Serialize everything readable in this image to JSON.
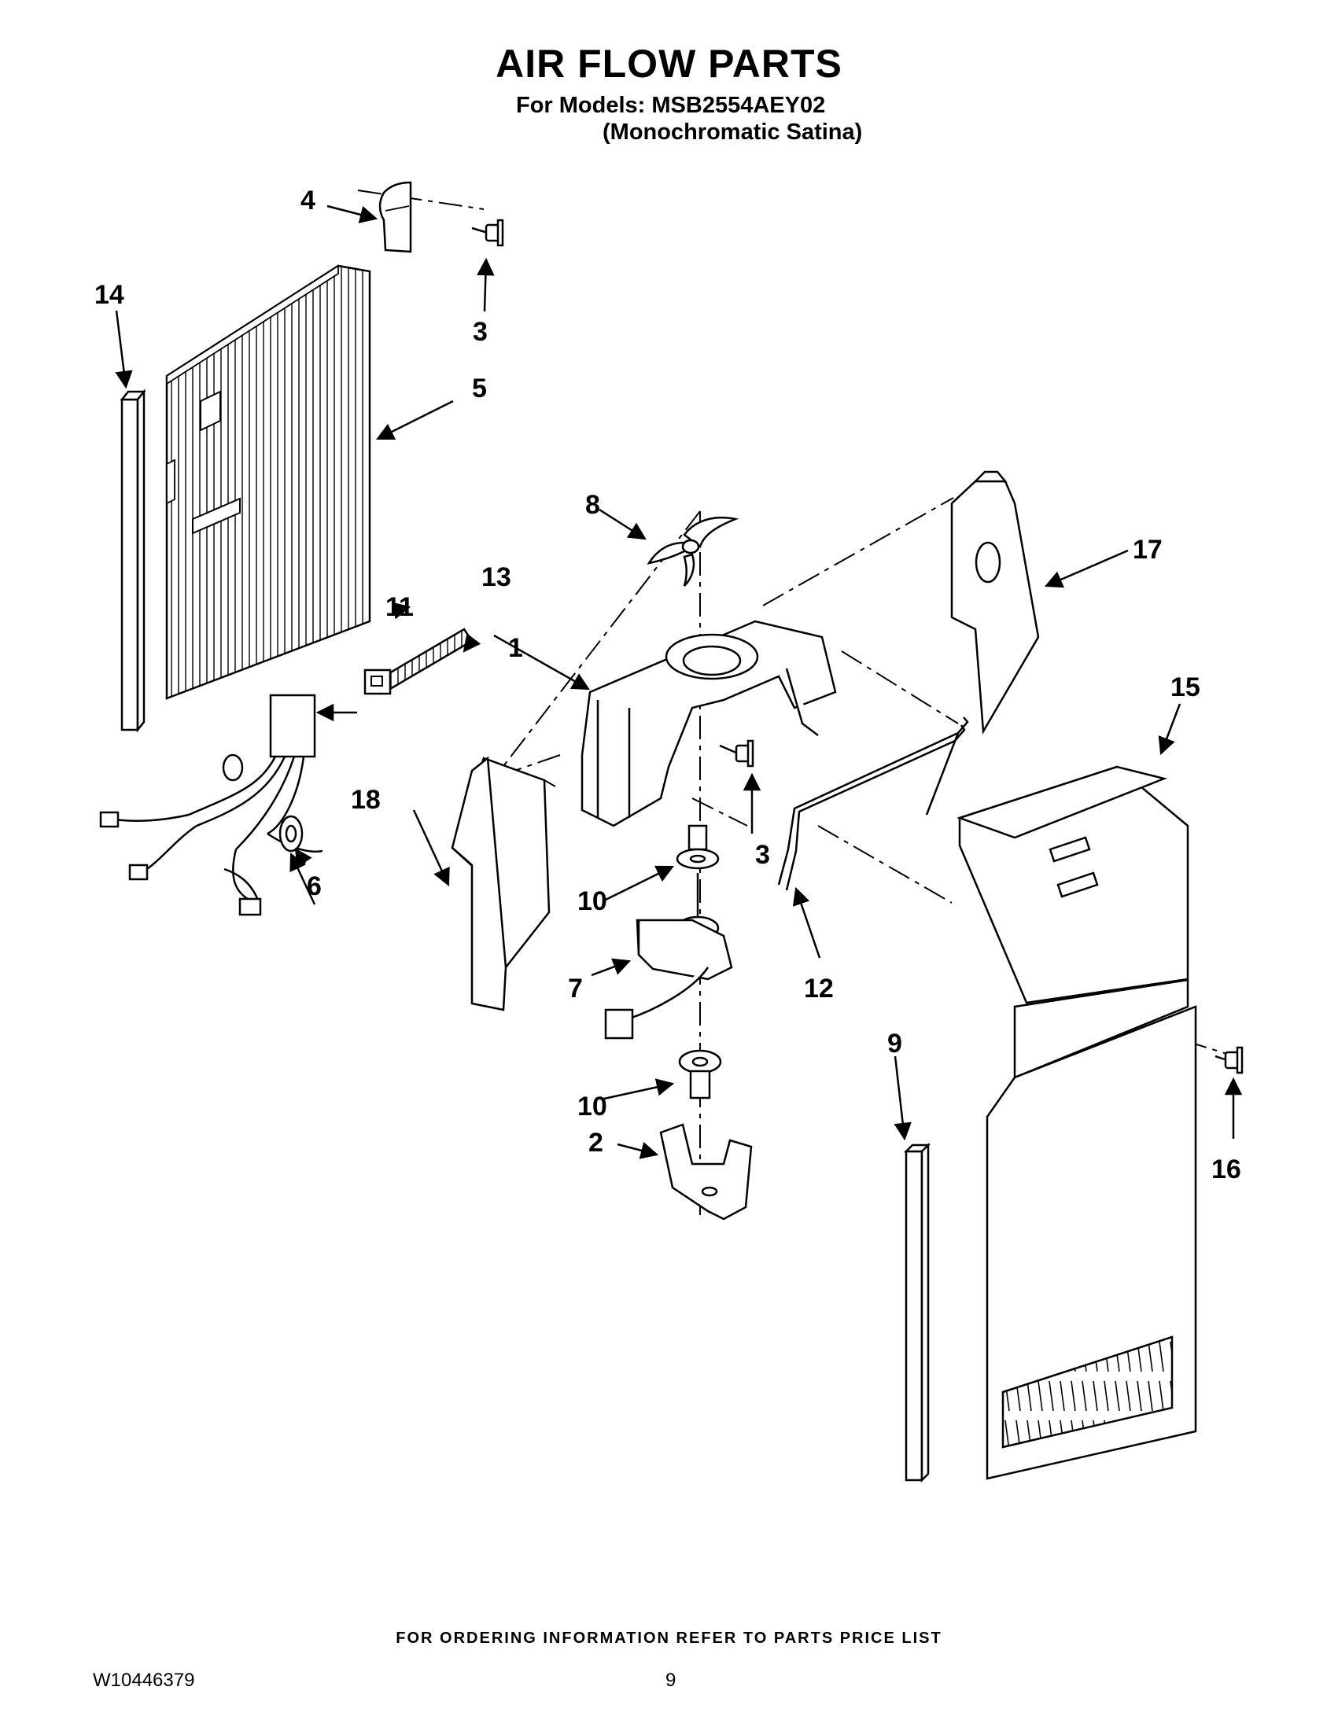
{
  "header": {
    "title": "AIR FLOW PARTS",
    "models_line": "For Models: MSB2554AEY02",
    "variant_line": "(Monochromatic Satina)"
  },
  "callouts": [
    {
      "id": "c1",
      "label": "1"
    },
    {
      "id": "c2",
      "label": "2"
    },
    {
      "id": "c3a",
      "label": "3"
    },
    {
      "id": "c3b",
      "label": "3"
    },
    {
      "id": "c4",
      "label": "4"
    },
    {
      "id": "c5",
      "label": "5"
    },
    {
      "id": "c6",
      "label": "6"
    },
    {
      "id": "c7",
      "label": "7"
    },
    {
      "id": "c8",
      "label": "8"
    },
    {
      "id": "c9",
      "label": "9"
    },
    {
      "id": "c10a",
      "label": "10"
    },
    {
      "id": "c10b",
      "label": "10"
    },
    {
      "id": "c11",
      "label": "11"
    },
    {
      "id": "c12",
      "label": "12"
    },
    {
      "id": "c13",
      "label": "13"
    },
    {
      "id": "c14",
      "label": "14"
    },
    {
      "id": "c15",
      "label": "15"
    },
    {
      "id": "c16",
      "label": "16"
    },
    {
      "id": "c17",
      "label": "17"
    },
    {
      "id": "c18",
      "label": "18"
    }
  ],
  "footer": {
    "note": "FOR ORDERING INFORMATION REFER TO PARTS PRICE LIST",
    "doc_number": "W10446379",
    "page_number": "9"
  }
}
